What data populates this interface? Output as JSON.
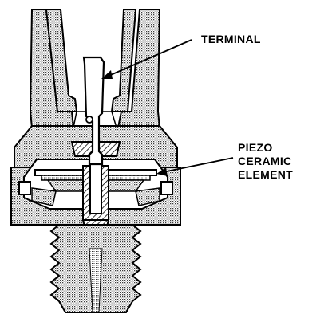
{
  "diagram": {
    "labels": {
      "terminal": "TERMINAL",
      "piezo_line1": "PIEZO",
      "piezo_line2": "CERAMIC",
      "piezo_line3": "ELEMENT"
    },
    "colors": {
      "ink": "#000000",
      "stipple": "#4a4a4a",
      "paper": "#ffffff"
    }
  }
}
